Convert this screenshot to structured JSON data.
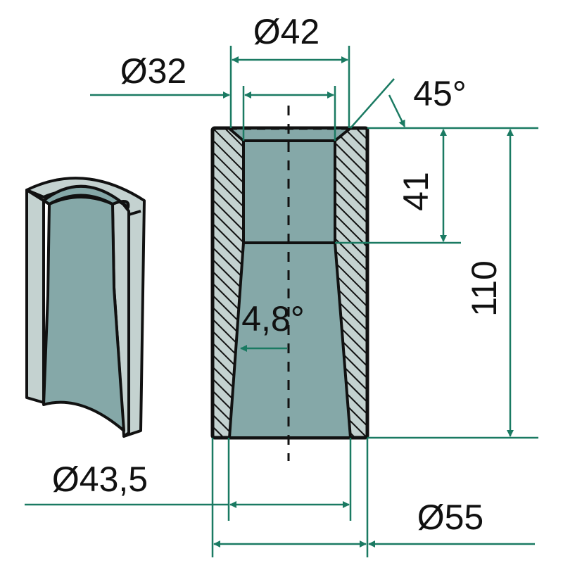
{
  "colors": {
    "dimension": "#1a7a62",
    "bore": "#85a8a8",
    "wall": "#c4d2d0",
    "outline": "#111111"
  },
  "dimensions": {
    "outer_top_diameter": "Ø42",
    "bore_diameter": "Ø32",
    "chamfer_angle": "45°",
    "bore_depth": "41",
    "total_height": "110",
    "taper_angle": "4,8°",
    "bottom_inner_diameter": "Ø43,5",
    "outer_diameter": "Ø55"
  }
}
